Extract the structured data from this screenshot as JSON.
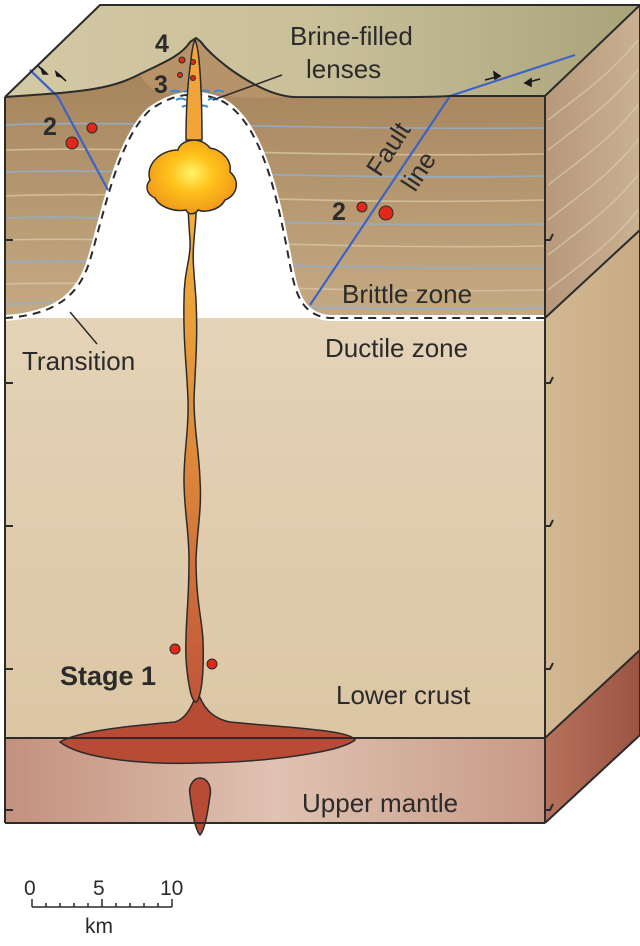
{
  "labels": {
    "brine_line1": "Brine-filled",
    "brine_line2": "lenses",
    "fault_line1": "Fault",
    "fault_line2": "line",
    "brittle_zone": "Brittle zone",
    "ductile_zone": "Ductile zone",
    "transition": "Transition",
    "lower_crust": "Lower crust",
    "upper_mantle": "Upper mantle",
    "stage1": "Stage 1",
    "stage4": "4",
    "stage3": "3",
    "stage2_left": "2",
    "stage2_right": "2"
  },
  "scale_bar": {
    "ticks": [
      "0",
      "5",
      "10"
    ],
    "unit": "km"
  },
  "colors": {
    "top_surface": "#c5bd95",
    "brittle": "#a98a63",
    "ductile": "#e3d1b4",
    "lower_crust": "#dcc6a6",
    "mantle": "#c59a86",
    "magma_dark": "#b24a34",
    "magma_mid": "#d98038",
    "magma_hot": "#ffd21f",
    "fault": "#3d63c7",
    "red_dot": "#e2271b"
  }
}
